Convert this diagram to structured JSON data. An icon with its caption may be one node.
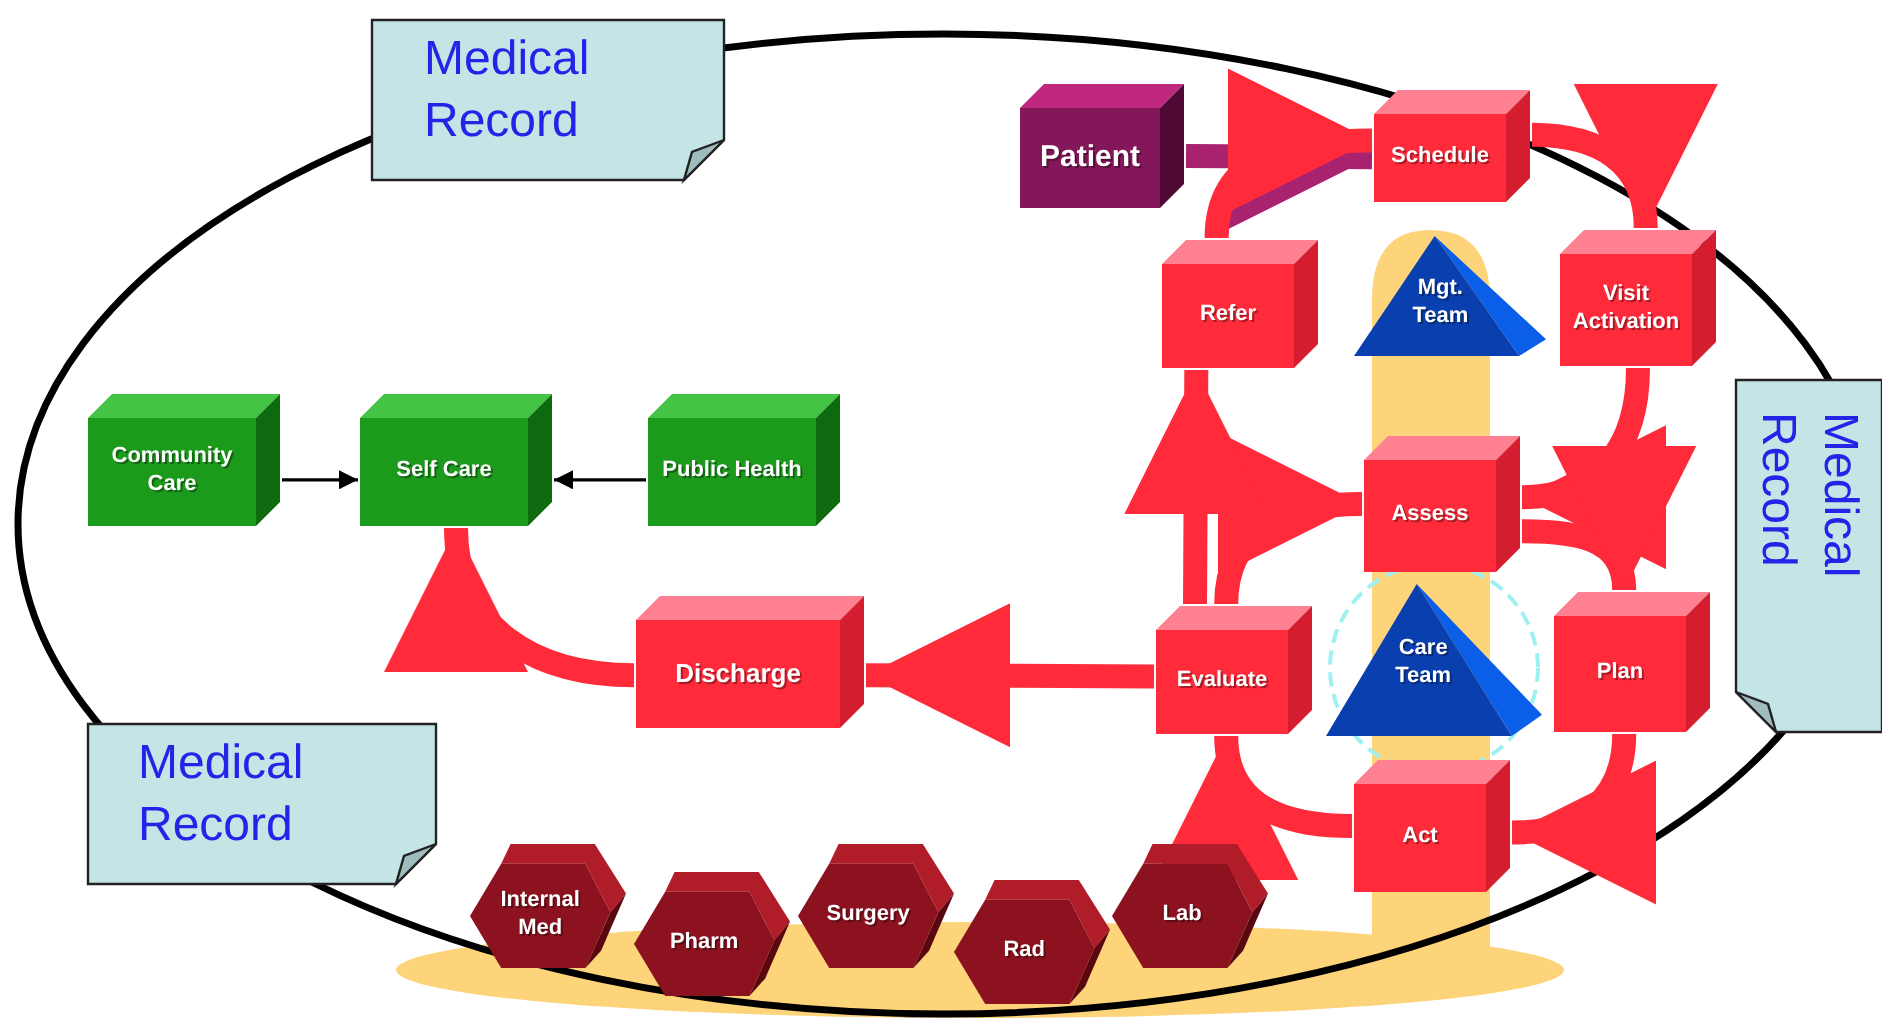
{
  "diagram": {
    "nodes": [
      {
        "text": [
          "Medical Record"
        ]
      },
      {
        "text": [
          "Medical Record"
        ]
      },
      {
        "text": [
          "Medical Record"
        ]
      },
      {
        "text": [
          "Patient"
        ]
      },
      {
        "text": [
          "Schedule"
        ]
      },
      {
        "text": [
          "Refer"
        ]
      },
      {
        "text": [
          "Mgt. Team"
        ]
      },
      {
        "text": [
          "Visit Activation"
        ]
      },
      {
        "text": [
          "Community Care"
        ]
      },
      {
        "text": [
          "Self Care"
        ]
      },
      {
        "text": [
          "Public Health"
        ]
      },
      {
        "text": [
          "Assess"
        ]
      },
      {
        "text": [
          "Discharge"
        ]
      },
      {
        "text": [
          "Evaluate"
        ]
      },
      {
        "text": [
          "Care Team"
        ]
      },
      {
        "text": [
          "Plan"
        ]
      },
      {
        "text": [
          "Act"
        ]
      },
      {
        "text": [
          "Internal Med"
        ]
      },
      {
        "text": [
          "Pharm"
        ]
      },
      {
        "text": [
          "Surgery"
        ]
      },
      {
        "text": [
          "Rad"
        ]
      },
      {
        "text": [
          "Lab"
        ]
      }
    ],
    "edges": [
      {
        "from": 3,
        "to": 4,
        "arrow": "to",
        "color": "#a8226f"
      },
      {
        "from": 5,
        "to": 4,
        "arrow": "to"
      },
      {
        "from": 4,
        "to": 7,
        "arrow": "to"
      },
      {
        "from": 7,
        "to": 11,
        "arrow": "to"
      },
      {
        "from": 11,
        "to": 15,
        "arrow": "to"
      },
      {
        "from": 15,
        "to": 16,
        "arrow": "to"
      },
      {
        "from": 16,
        "to": 13,
        "arrow": "to"
      },
      {
        "from": 13,
        "to": 11,
        "arrow": "to"
      },
      {
        "from": 13,
        "to": 5,
        "arrow": "to"
      },
      {
        "from": 13,
        "to": 12,
        "arrow": "to"
      },
      {
        "from": 12,
        "to": 9,
        "arrow": "to"
      },
      {
        "from": 8,
        "to": 9,
        "arrow": "to",
        "color": "#000000"
      },
      {
        "from": 10,
        "to": 9,
        "arrow": "to",
        "color": "#000000"
      }
    ]
  }
}
